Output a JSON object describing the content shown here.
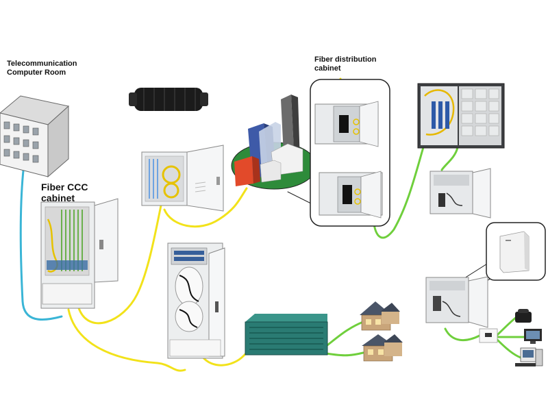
{
  "labels": {
    "computer_room_line1": "Telecommunication",
    "computer_room_line2": "Computer Room",
    "fdc_line1": "Fiber distribution",
    "fdc_line2": "cabinet",
    "ccc_line1": "Fiber CCC",
    "ccc_line2": "cabinet"
  },
  "colors": {
    "yellow_fiber": "#f2e21a",
    "green_fiber": "#6fcf3c",
    "blue_fiber": "#3ab5d6",
    "cabinet_body": "#e4e6e8",
    "rack_teal": "#2a7b73"
  },
  "icons": [
    "building-icon",
    "splice-closure-icon",
    "wall-cabinet-icon",
    "city-buildings-icon",
    "outdoor-cabinet-icon",
    "rack-switch-icon",
    "house-icon",
    "terminal-box-icon",
    "onu-device-icon",
    "telephone-icon",
    "monitor-icon",
    "computer-icon"
  ]
}
